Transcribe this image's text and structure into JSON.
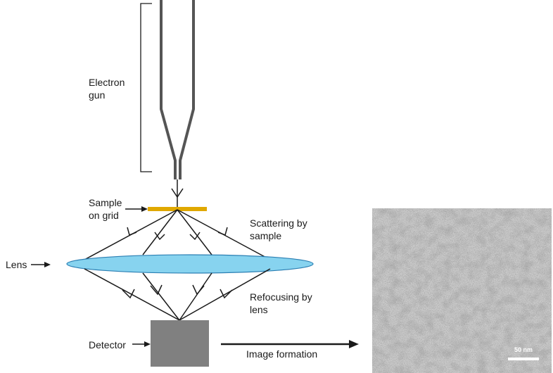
{
  "labels": {
    "electron_gun": "Electron\ngun",
    "sample_on_grid": "Sample\non grid",
    "scattering": "Scattering by\nsample",
    "lens": "Lens",
    "refocusing": "Refocusing by\nlens",
    "detector": "Detector",
    "image_formation": "Image formation"
  },
  "micrograph": {
    "scale_bar_label": "50 nm"
  },
  "colors": {
    "gun": "#555555",
    "sample_grid": "#e0a800",
    "lens_fill": "#87d3ef",
    "lens_stroke": "#2b7fb3",
    "detector": "#808080",
    "beam": "#1a1a1a"
  }
}
